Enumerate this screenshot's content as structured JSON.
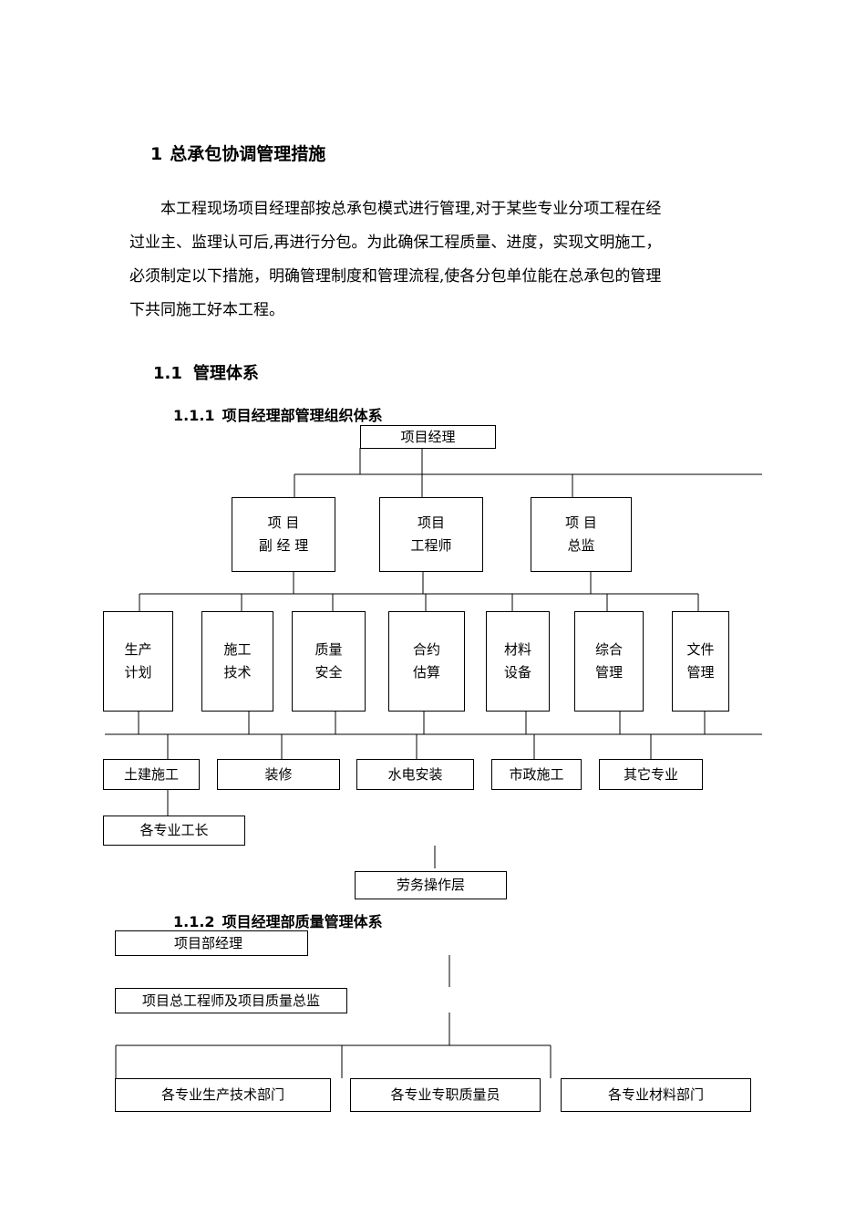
{
  "heading1": {
    "number": "1",
    "title": "总承包协调管理措施"
  },
  "intro_paragraph": {
    "lines": [
      "本工程现场项目经理部按总承包模式进行管理,对于某些专业分项工程在经",
      "过业主、监理认可后,再进行分包。为此确保工程质量、进度，实现文明施工，",
      "必须制定以下措施，明确管理制度和管理流程,使各分包单位能在总承包的管理",
      "下共同施工好本工程。"
    ]
  },
  "heading2": {
    "number": "1.1",
    "title": "管理体系"
  },
  "section_111": {
    "number": "1.1.1",
    "title": "项目经理部管理组织体系",
    "top": "项目经理",
    "level2": [
      "项 目\n副 经 理",
      "项目\n工程师",
      "项 目\n总监"
    ],
    "level3": [
      "生产\n计划",
      "施工\n技术",
      "质量\n安全",
      "合约\n估算",
      "材料\n设备",
      "综合\n管理",
      "文件\n管理"
    ],
    "level4": [
      "土建施工",
      "装修",
      "水电安装",
      "市政施工",
      "其它专业"
    ],
    "foreman": "各专业工长",
    "labor": "劳务操作层"
  },
  "section_112": {
    "number": "1.1.2",
    "title": "项目经理部质量管理体系",
    "top": "项目部经理",
    "second": "项目总工程师及项目质量总监",
    "bottom": [
      "各专业生产技术部门",
      "各专业专职质量员",
      "各专业材料部门"
    ]
  }
}
